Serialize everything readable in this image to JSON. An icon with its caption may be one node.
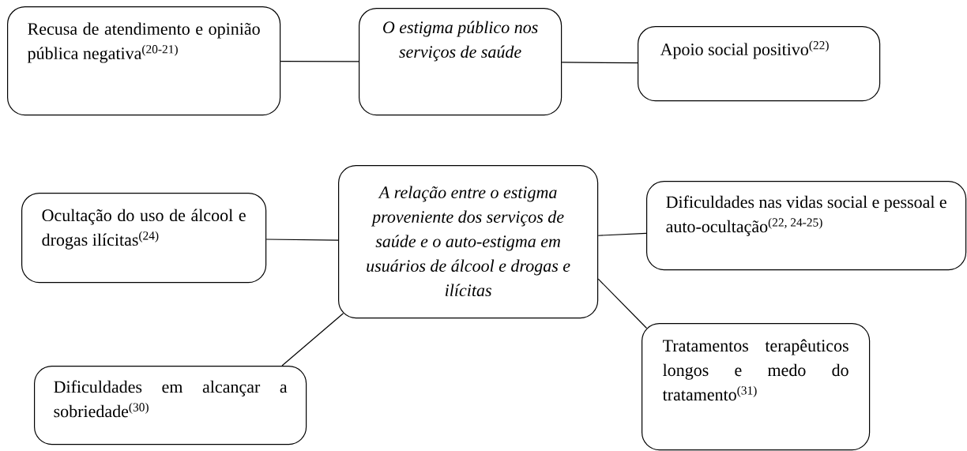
{
  "diagram": {
    "nodes": [
      {
        "text": [
          "Recusa de atendimento e opinião pública negativa$^{(20-21)}$"
        ]
      },
      {
        "text": [
          "O estigma público nos serviços de saúde"
        ]
      },
      {
        "text": [
          "Apoio social positivo$^{(22)}$"
        ]
      },
      {
        "text": [
          "Ocultação do uso de álcool e drogas ilícitas$^{(24)}$"
        ]
      },
      {
        "text": [
          "A relação entre o estigma proveniente dos serviços de saúde e o auto-estigma em usuários de álcool e drogas e ilícitas"
        ]
      },
      {
        "text": [
          "Dificuldades nas vidas social e pessoal e auto-ocultação$^{(22, 24-25)}$"
        ]
      },
      {
        "text": [
          "Dificuldades em alcançar a sobriedade$^{(30)}$"
        ]
      },
      {
        "text": [
          "Tratamentos terapêuticos longos e medo do tratamento$^{(31)}$"
        ]
      }
    ],
    "edges": [
      {
        "from": 0,
        "to": 1,
        "arrow": "none"
      },
      {
        "from": 1,
        "to": 2,
        "arrow": "none"
      },
      {
        "from": 3,
        "to": 4,
        "arrow": "none"
      },
      {
        "from": 4,
        "to": 5,
        "arrow": "none"
      },
      {
        "from": 4,
        "to": 6,
        "arrow": "none"
      },
      {
        "from": 4,
        "to": 7,
        "arrow": "none"
      }
    ]
  }
}
